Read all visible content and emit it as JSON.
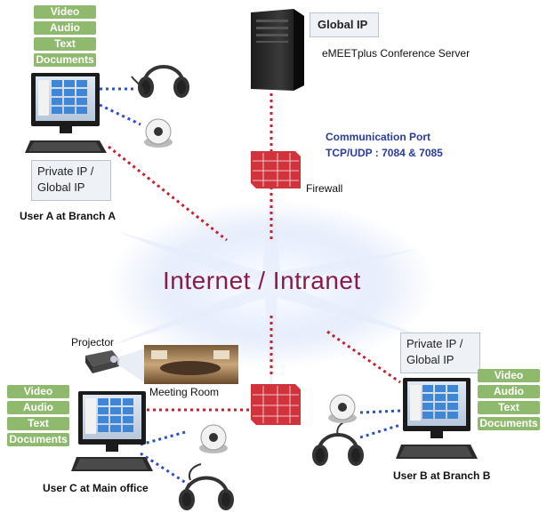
{
  "media_tags": [
    "Video",
    "Audio",
    "Text",
    "Documents"
  ],
  "server": {
    "badge": "Global IP",
    "name": "eMEETplus Conference Server"
  },
  "communication_port": {
    "title": "Communication Port",
    "ports": "TCP/UDP : 7084 & 7085"
  },
  "firewall_label": "Firewall",
  "network_label": "Internet / Intranet",
  "user_a": {
    "ip_line1": "Private IP /",
    "ip_line2": "Global IP",
    "caption": "User A at Branch A"
  },
  "user_b": {
    "ip_line1": "Private IP /",
    "ip_line2": "Global IP",
    "caption": "User B at Branch B"
  },
  "user_c": {
    "caption": "User C at Main office"
  },
  "projector_label": "Projector",
  "meeting_room_label": "Meeting Room",
  "colors": {
    "link_red": "#c8202f",
    "link_blue": "#2c4fc2",
    "tag_green": "#8fba6e",
    "title_maroon": "#8b1a4c",
    "port_blue": "#2a3c9c"
  }
}
